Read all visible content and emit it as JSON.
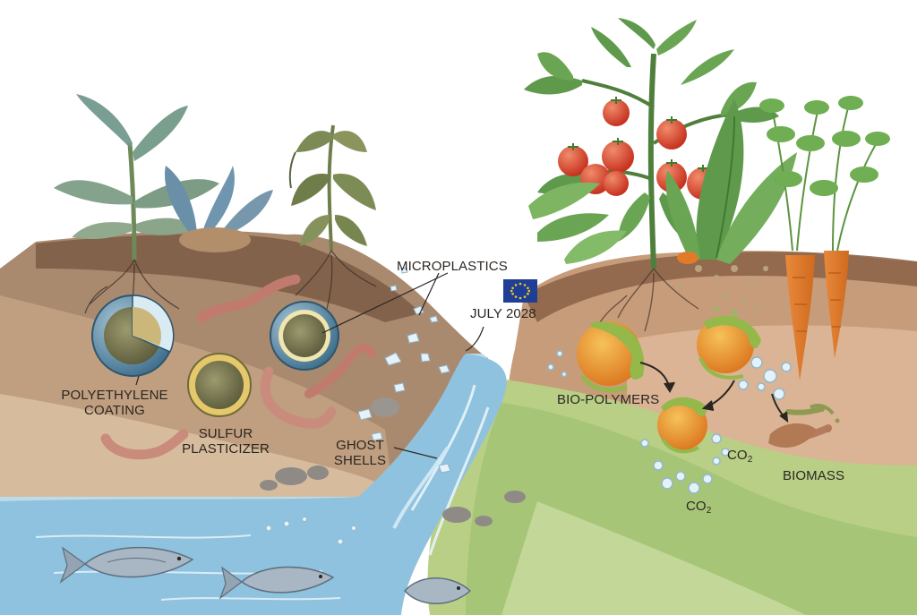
{
  "labels": {
    "polyethylene_line1": "POLYETHYLENE",
    "polyethylene_line2": "COATING",
    "sulfur_line1": "SULFUR",
    "sulfur_line2": "PLASTICIZER",
    "ghost_line1": "GHOST",
    "ghost_line2": "SHELLS",
    "microplastics": "MICROPLASTICS",
    "date": "JULY 2028",
    "bio_polymers": "BIO-POLYMERS",
    "co2_upper_base": "CO",
    "co2_upper_sub": "2",
    "co2_lower_base": "CO",
    "co2_lower_sub": "2",
    "biomass": "BIOMASS"
  },
  "icons": [
    "eu-flag-icon",
    "fish-icon",
    "worm-icon",
    "tomato-plant-icon",
    "carrot-icon",
    "fertilizer-granule-icon",
    "bubble-icon"
  ],
  "colors": {
    "soil_dark": "#7b5a45",
    "soil_mid": "#a98a6f",
    "soil_light": "#d9c2a4",
    "water": "#8fc2de",
    "water_light": "#cfe6f3",
    "grass": "#a9c77a",
    "leaf": "#5f9a4c",
    "leaf_dead": "#7c8a55",
    "tomato": "#d8432e",
    "carrot": "#e07b2a",
    "worm": "#c07b6e",
    "granule_blue": "#5c8aa4",
    "granule_core": "#7b7a57",
    "biopolymer_orange": "#e79a33",
    "biopolymer_green": "#94b84a",
    "eu_blue": "#1f3f97",
    "eu_gold": "#f4c51e"
  }
}
